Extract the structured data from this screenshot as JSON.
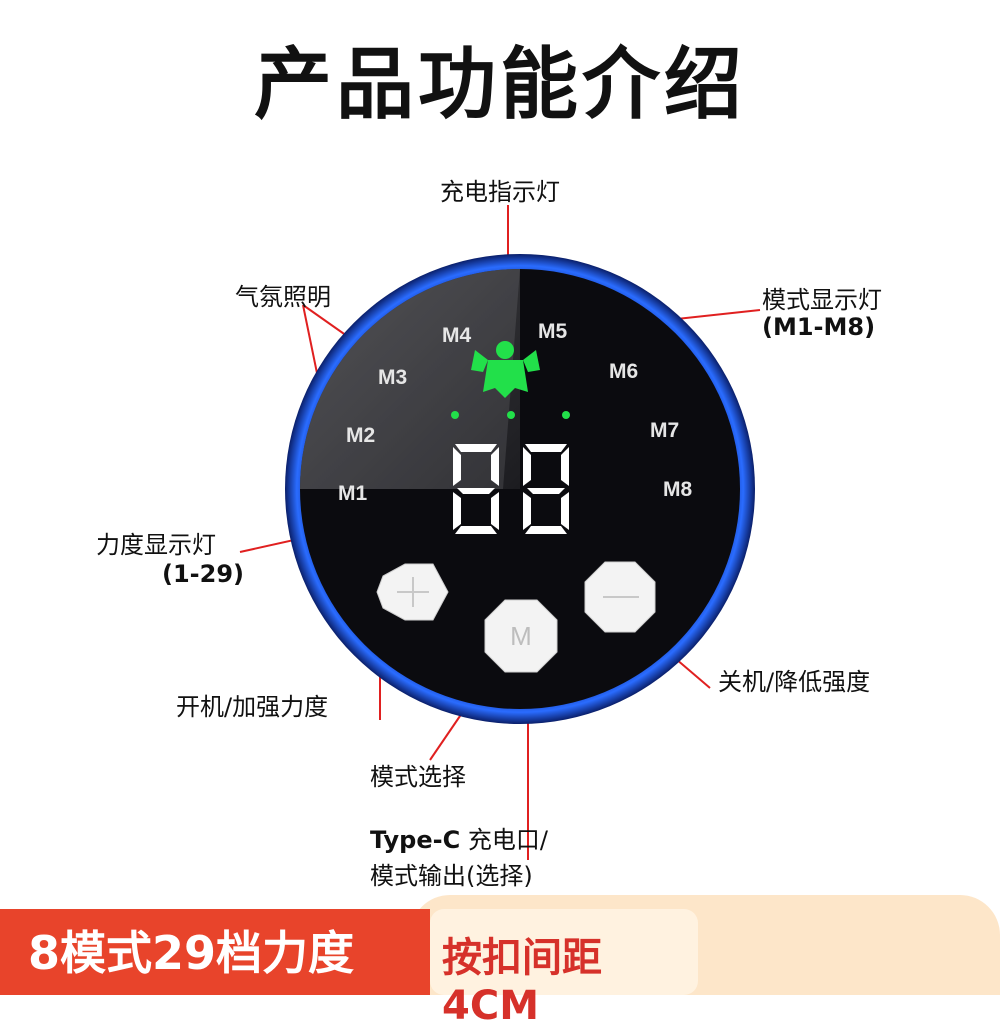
{
  "title": "产品功能介绍",
  "labels": {
    "charge_indicator": "充电指示灯",
    "ambient_light": "气氛照明",
    "mode_display": "模式显示灯",
    "mode_range": "(M1-M8)",
    "intensity_display": "力度显示灯",
    "intensity_range": "(1-29)",
    "power_on": "开机/加强力度",
    "mode_select": "模式选择",
    "power_off": "关机/降低强度",
    "typec_bold": "Type-C",
    "typec_text": "充电口/",
    "mode_output": "模式输出(选择)"
  },
  "device": {
    "modes": [
      "M1",
      "M2",
      "M3",
      "M4",
      "M5",
      "M6",
      "M7",
      "M8"
    ],
    "display_digits": "88",
    "buttons": {
      "plus": "+",
      "mode": "M",
      "minus": "—"
    },
    "ring_color": "#1b4fd8",
    "face_color": "#0b0b0f",
    "led_color": "#22e04a"
  },
  "banner": {
    "left_text": "8模式29档力度",
    "right_text": "按扣间距4CM",
    "left_color": "#e8442b",
    "right_bg": "#fde6c9"
  }
}
